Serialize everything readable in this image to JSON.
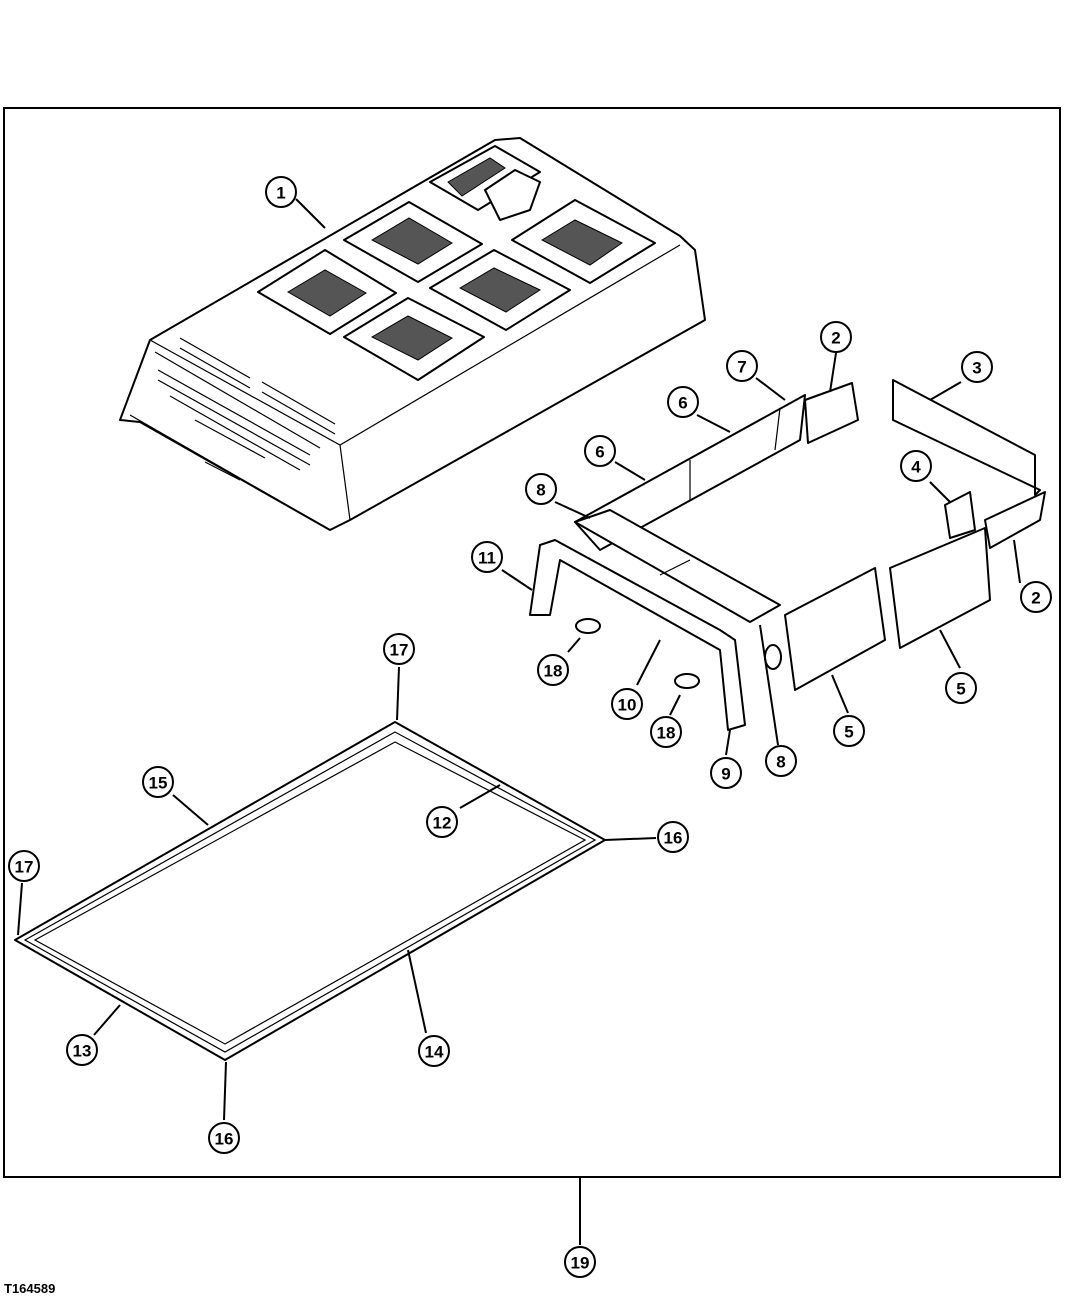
{
  "figure_id": "T164589",
  "callouts": [
    {
      "label": "1"
    },
    {
      "label": "2"
    },
    {
      "label": "3"
    },
    {
      "label": "4"
    },
    {
      "label": "2"
    },
    {
      "label": "7"
    },
    {
      "label": "6"
    },
    {
      "label": "6"
    },
    {
      "label": "8"
    },
    {
      "label": "11"
    },
    {
      "label": "18"
    },
    {
      "label": "10"
    },
    {
      "label": "18"
    },
    {
      "label": "9"
    },
    {
      "label": "8"
    },
    {
      "label": "5"
    },
    {
      "label": "5"
    },
    {
      "label": "17"
    },
    {
      "label": "15"
    },
    {
      "label": "12"
    },
    {
      "label": "16"
    },
    {
      "label": "17"
    },
    {
      "label": "13"
    },
    {
      "label": "14"
    },
    {
      "label": "16"
    },
    {
      "label": "19"
    }
  ]
}
